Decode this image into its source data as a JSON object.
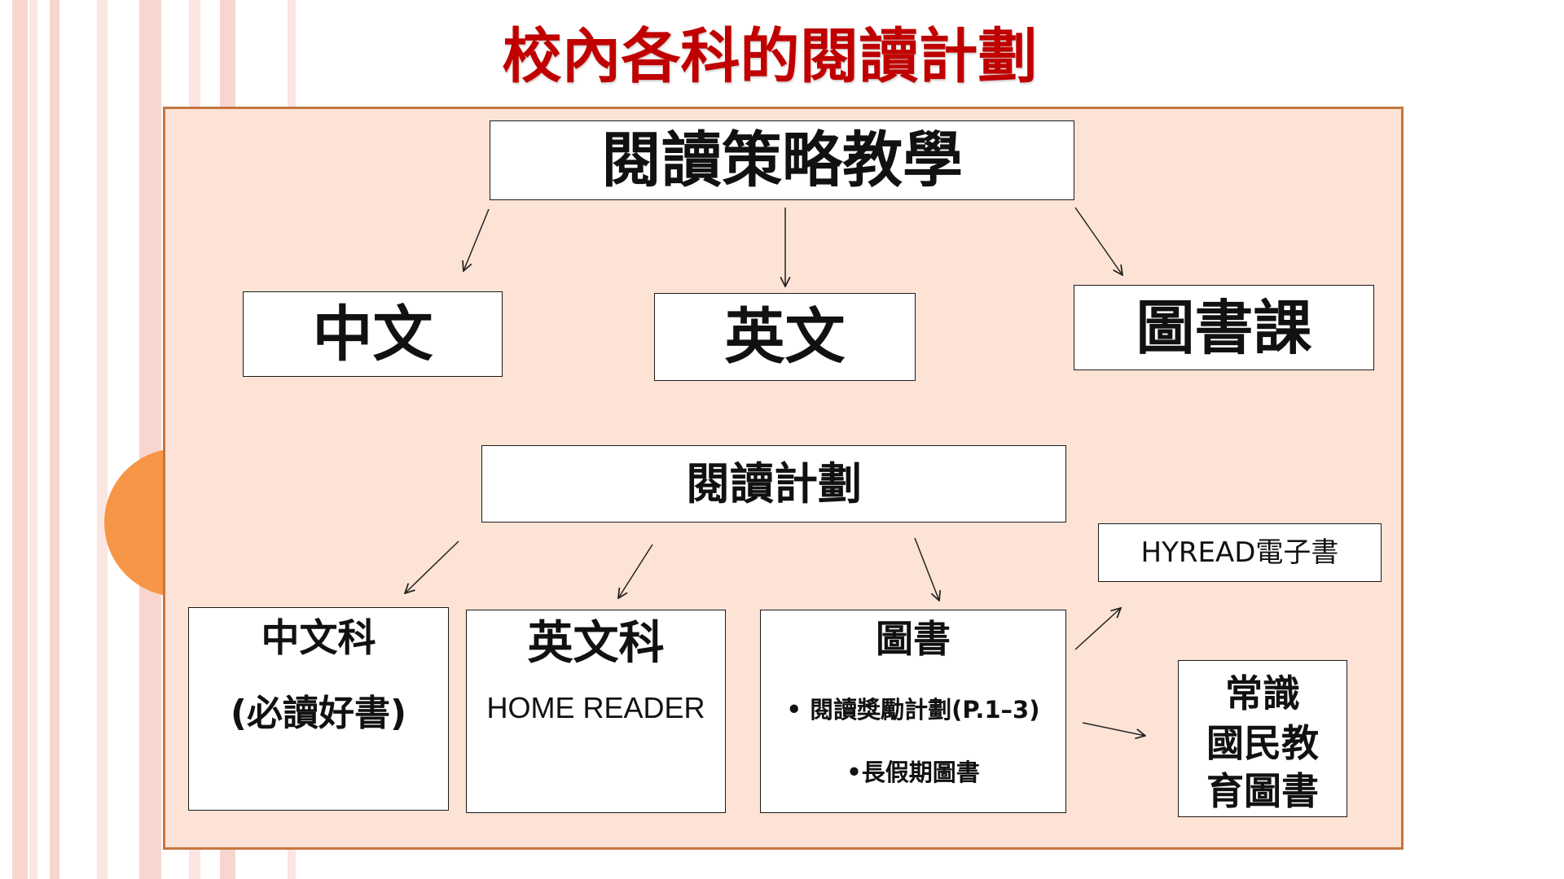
{
  "title": "校內各科的閱讀計劃",
  "strategy": {
    "label": "閱讀策略教學",
    "branches": {
      "chinese": "中文",
      "english": "英文",
      "library": "圖書課"
    }
  },
  "plan": {
    "label": "閱讀計劃",
    "chinese": {
      "title": "中文科",
      "detail": "(必讀好書)"
    },
    "english": {
      "title": "英文科",
      "detail": "HOME READER"
    },
    "library": {
      "title": "圖書",
      "items": [
        "• 閱讀獎勵計劃(P.1–3)",
        "•長假期圖書"
      ]
    },
    "ebooks": "HYREAD電子書",
    "general_studies": {
      "lines": [
        "常識",
        "國民教",
        "育圖書"
      ]
    }
  },
  "colors": {
    "title": "#c00000",
    "panel_fill": "#fce3d5",
    "panel_border": "#c4763f",
    "accent_circle": "#f79646",
    "stripe": "#f8d5cf",
    "stripe_light": "#fbe6e2"
  }
}
